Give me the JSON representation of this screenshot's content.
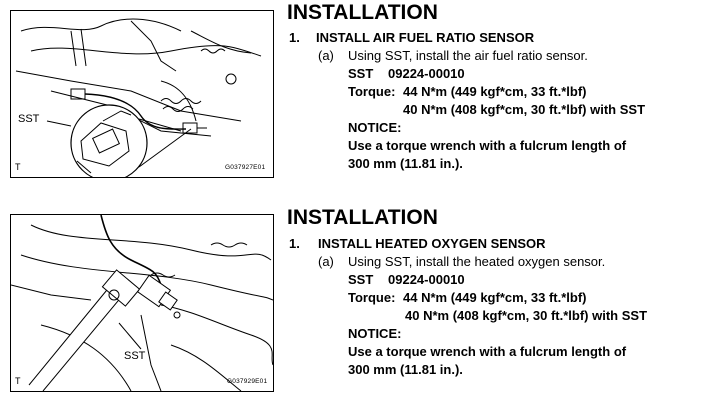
{
  "sections": [
    {
      "figure": {
        "callout": "SST",
        "corner": "T",
        "figure_id": "G037927E01",
        "subject": "air fuel ratio sensor"
      },
      "heading": "INSTALLATION",
      "step_number": "1.",
      "step_title": "INSTALL AIR FUEL RATIO SENSOR",
      "sub_marker": "(a)",
      "sub_text": "Using SST, install the air fuel ratio sensor.",
      "sst_label": "SST",
      "sst_number": "09224-00010",
      "torque_label": "Torque:",
      "torque_value1": "44 N*m (449 kgf*cm, 33 ft.*lbf)",
      "torque_value2": "40 N*m (408 kgf*cm, 30 ft.*lbf)  with SST",
      "notice_label": "NOTICE:",
      "notice_line1": "Use a torque wrench with a fulcrum length of",
      "notice_line2": "300 mm (11.81 in.)."
    },
    {
      "figure": {
        "callout": "SST",
        "corner": "T",
        "figure_id": "G037929E01",
        "subject": "heated oxygen sensor"
      },
      "heading": "INSTALLATION",
      "step_number": "1.",
      "step_title": "INSTALL HEATED OXYGEN SENSOR",
      "sub_marker": "(a)",
      "sub_text": "Using SST, install the heated oxygen sensor.",
      "sst_label": "SST",
      "sst_number": "09224-00010",
      "torque_label": "Torque:",
      "torque_value1": "44 N*m (449 kgf*cm, 33 ft.*lbf)",
      "torque_value2": "40 N*m (408 kgf*cm, 30 ft.*lbf)  with SST",
      "notice_label": "NOTICE:",
      "notice_line1": "Use a torque wrench with a fulcrum length of",
      "notice_line2": "300 mm (11.81 in.)."
    }
  ]
}
